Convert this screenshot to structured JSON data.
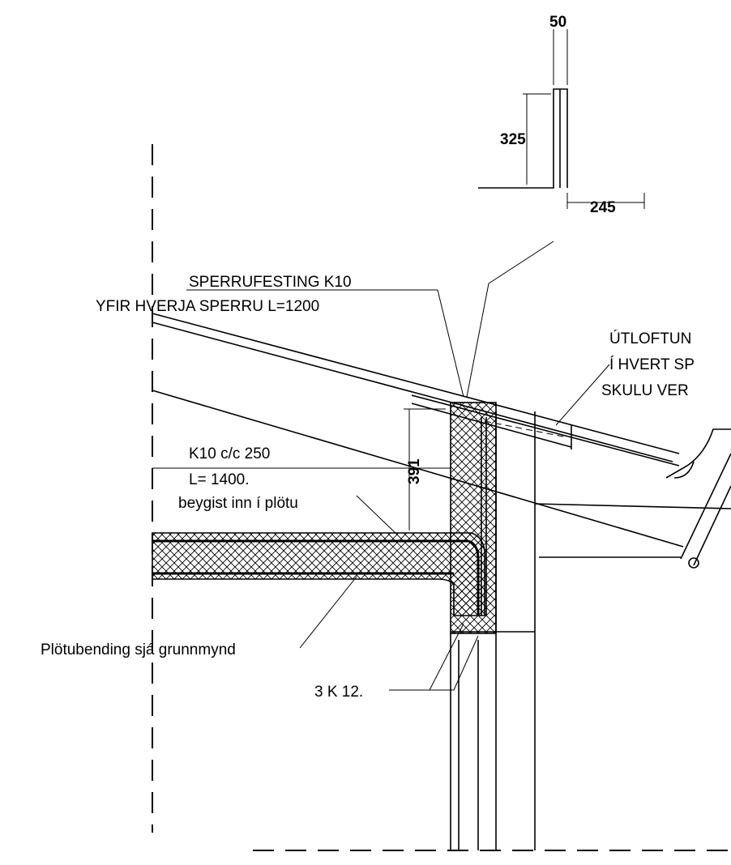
{
  "dimensions": {
    "top_width": "50",
    "upstand_height": "325",
    "flange_width": "245",
    "fascia_height": "391"
  },
  "labels": {
    "rafter_fixing_line1": "SPERRUFESTING K10",
    "rafter_fixing_line2": "YFIR HVERJA SPERRU L=1200",
    "soffit_line1": "ÚTLOFTUN",
    "soffit_line2": "Í HVERT SP",
    "soffit_line3": "SKULU VER",
    "rebar_line1": "K10 c/c 250",
    "rebar_line2": "L= 1400.",
    "rebar_line3": "beygist inn í plötu",
    "slab_rebar_note": "Plötubending sjá grunnmynd",
    "bottom_rebar": "3 K 12."
  }
}
